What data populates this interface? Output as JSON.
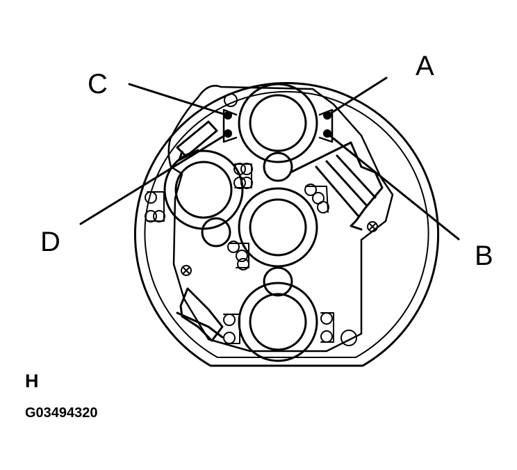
{
  "callouts": {
    "a": "A",
    "b": "B",
    "c": "C",
    "d": "D"
  },
  "section_letter": "H",
  "figure_id": "G03494320"
}
